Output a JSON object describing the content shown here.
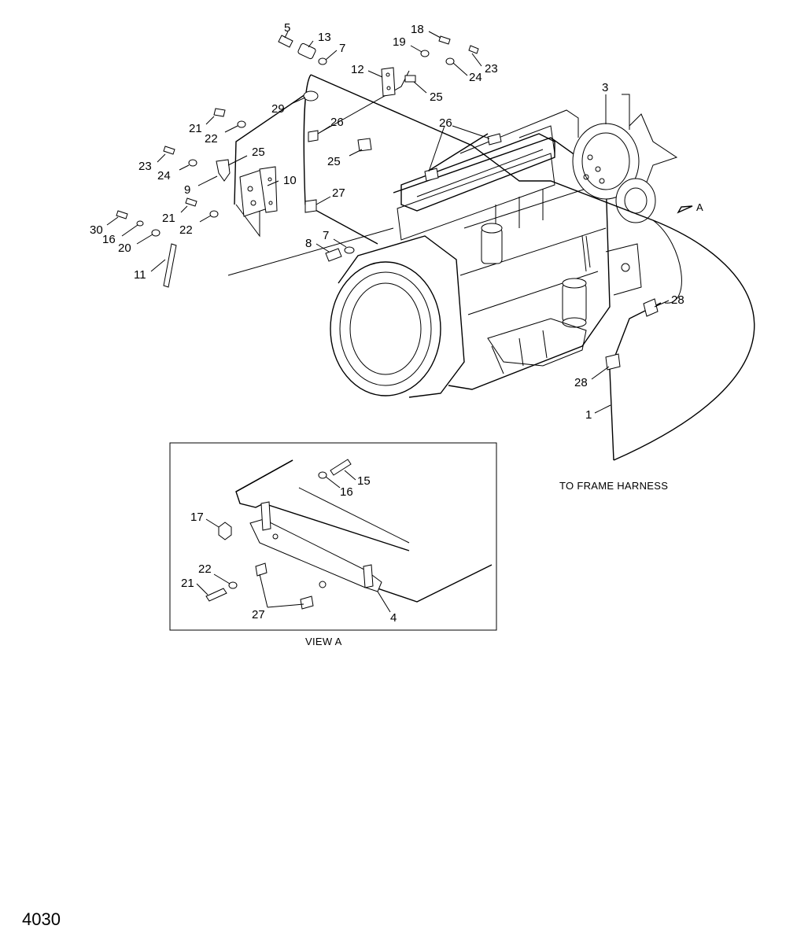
{
  "labels": {
    "to_frame_harness": "TO FRAME HARNESS",
    "view_a": "VIEW A",
    "arrow_a": "A",
    "page_code": "4030"
  },
  "callouts": {
    "c1": "1",
    "c3": "3",
    "c4": "4",
    "c5": "5",
    "c7a": "7",
    "c7b": "7",
    "c8": "8",
    "c9": "9",
    "c10": "10",
    "c11": "11",
    "c12": "12",
    "c13": "13",
    "c15": "15",
    "c16a": "16",
    "c16b": "16",
    "c17": "17",
    "c18": "18",
    "c19": "19",
    "c20": "20",
    "c21a": "21",
    "c21b": "21",
    "c21c": "21",
    "c22a": "22",
    "c22b": "22",
    "c22c": "22",
    "c23a": "23",
    "c23b": "23",
    "c24a": "24",
    "c24b": "24",
    "c25a": "25",
    "c25b": "25",
    "c25c": "25",
    "c26a": "26",
    "c26b": "26",
    "c27a": "27",
    "c27b": "27",
    "c28a": "28",
    "c28b": "28",
    "c29": "29",
    "c30": "30"
  }
}
